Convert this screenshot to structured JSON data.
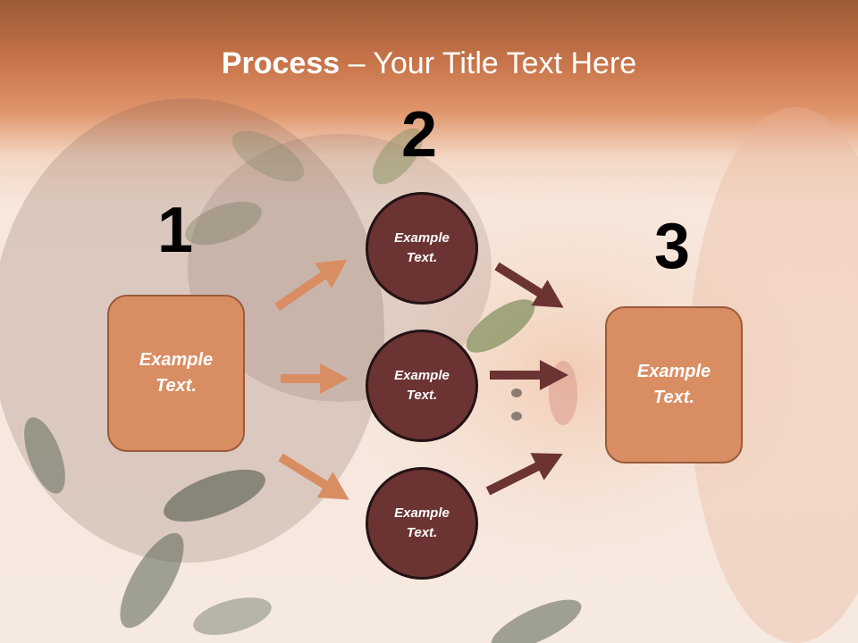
{
  "slide": {
    "title_bold": "Process",
    "title_rest": " – Your Title Text Here"
  },
  "steps": {
    "n1": "1",
    "n2": "2",
    "n3": "3",
    "left_box": "Example Text.",
    "right_box": "Example Text.",
    "circle_top": "Example Text.",
    "circle_mid": "Example Text.",
    "circle_bot": "Example Text."
  },
  "colors": {
    "header": "#c8744a",
    "box_fill": "#d98d63",
    "circle_fill": "#6b3332",
    "arrow_left": "#d98d63",
    "arrow_right": "#6b3332"
  },
  "background_image": "faded-photo-woman-with-leaves"
}
